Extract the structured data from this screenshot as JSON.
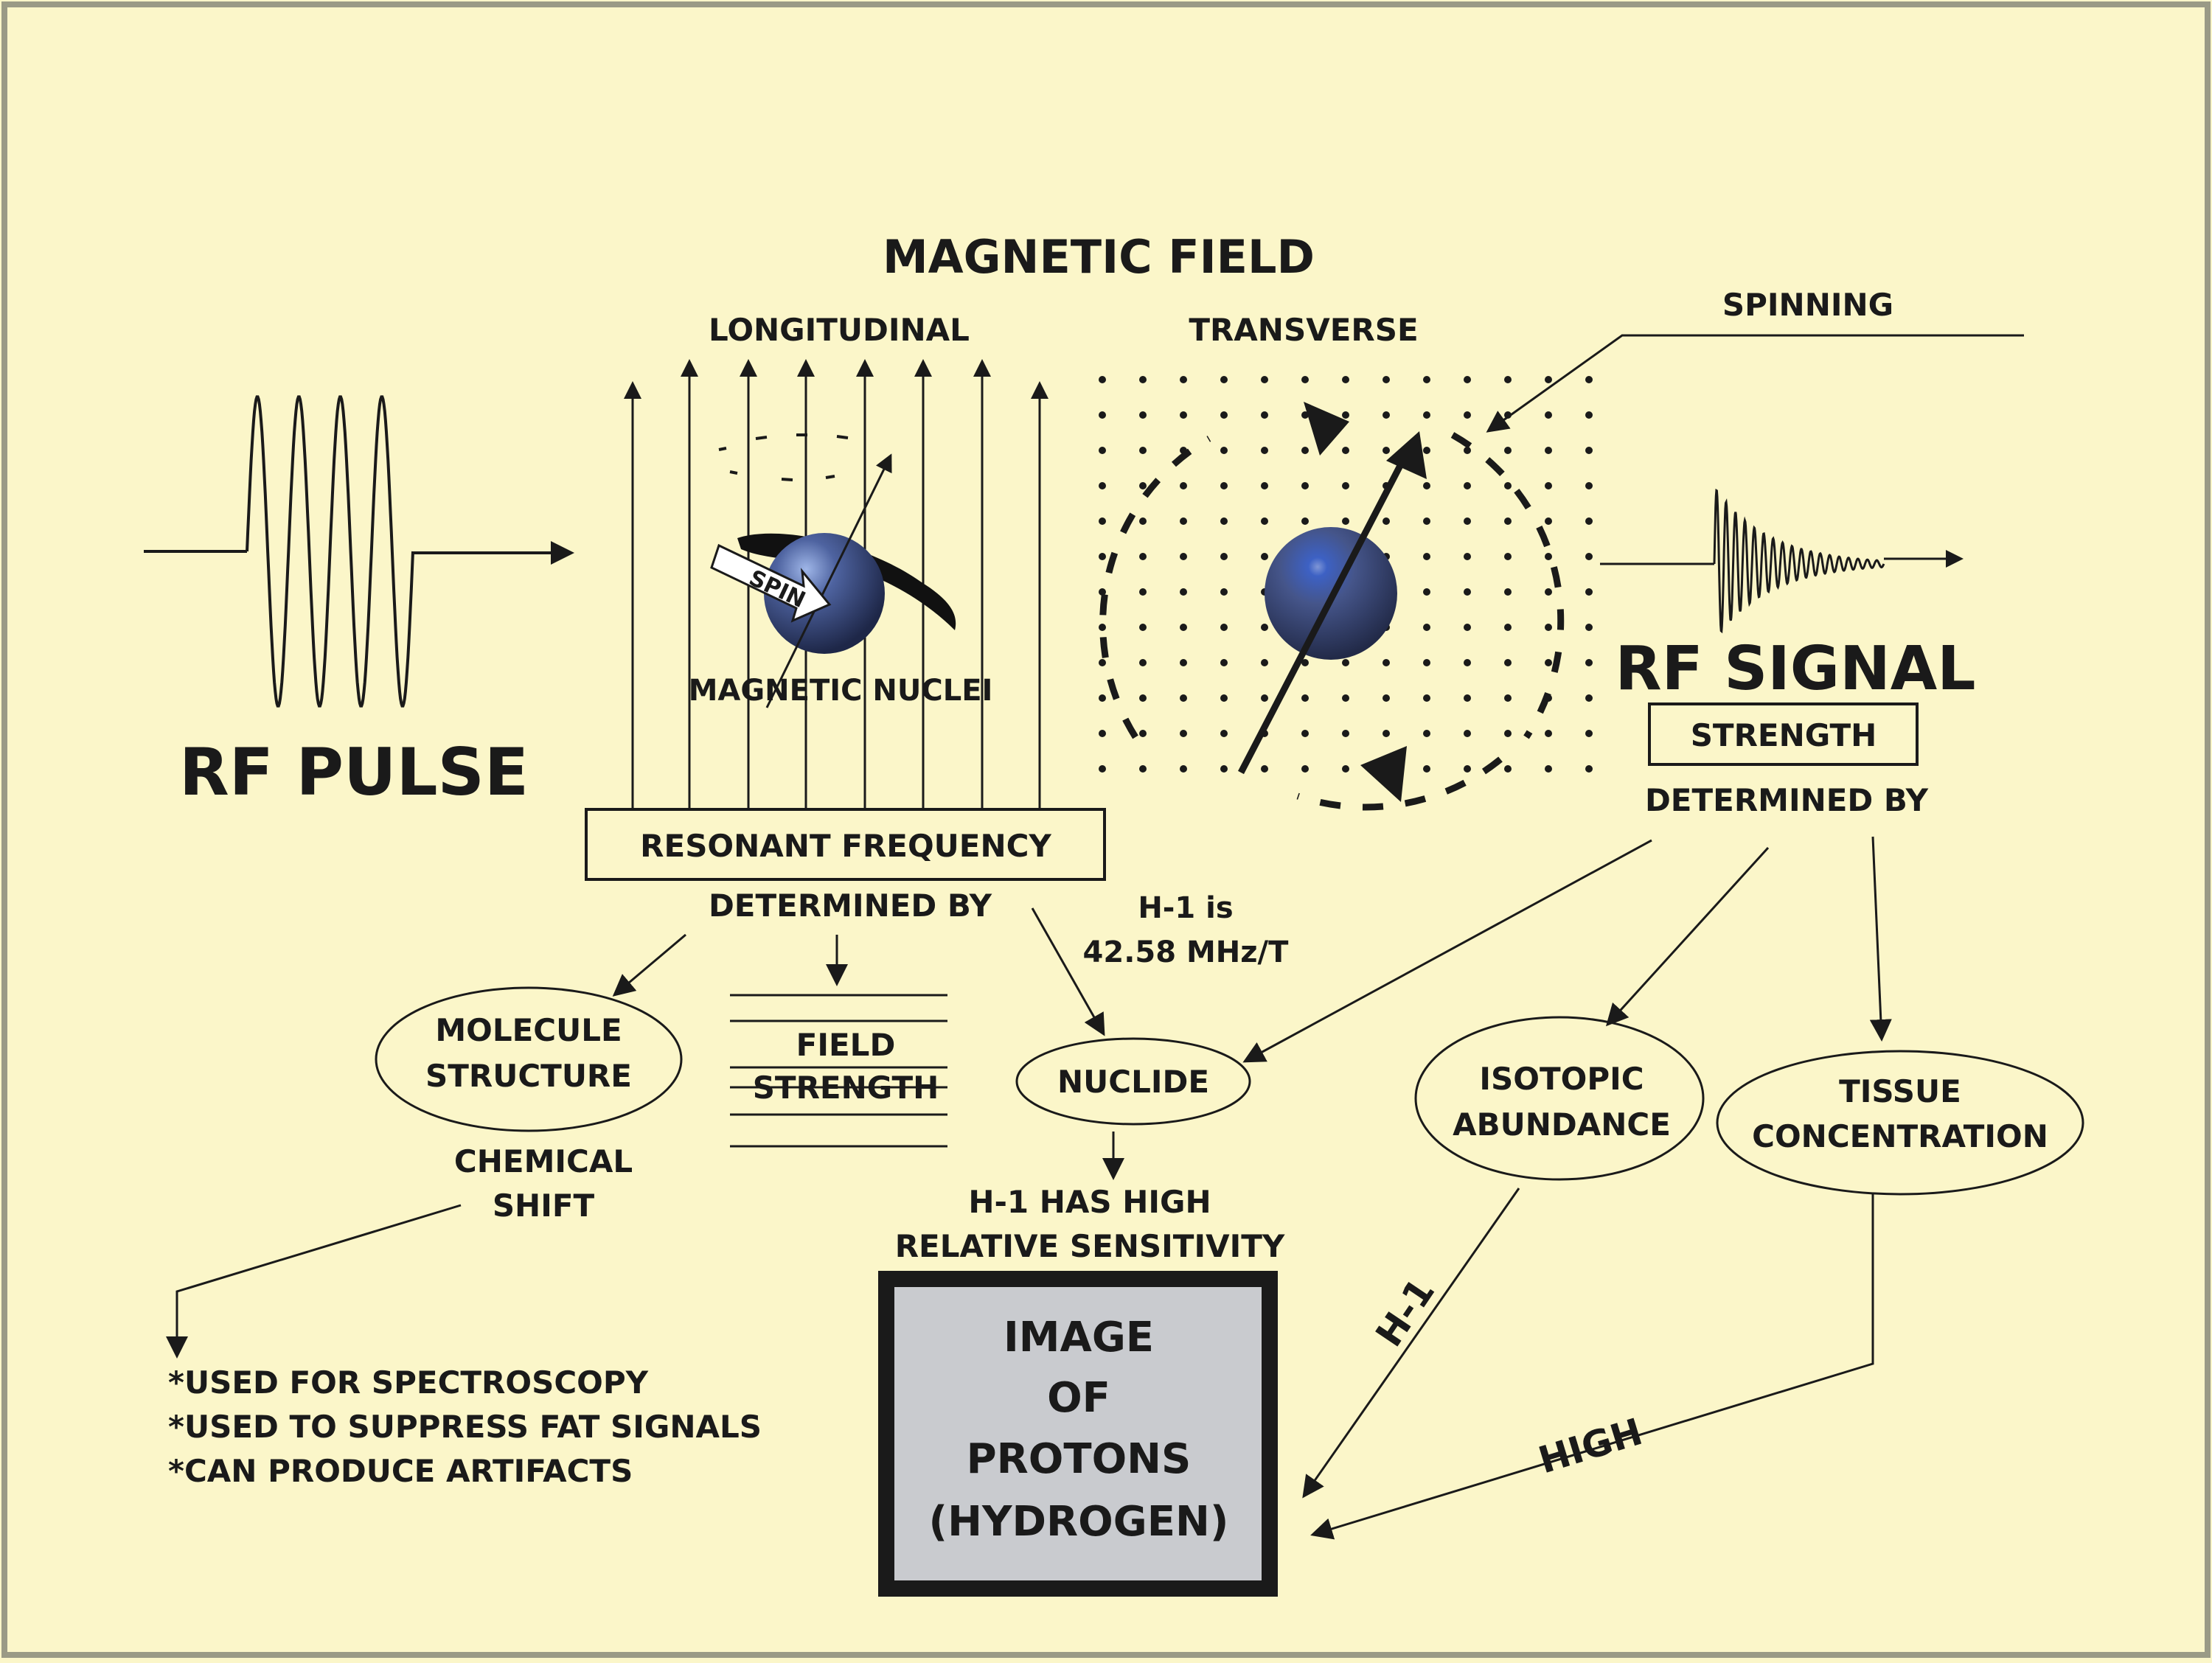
{
  "colors": {
    "background": "#fbf6c9",
    "border": "#9a9a86",
    "ink": "#1a1a1a",
    "sphere": "#4a5a8c",
    "image_box_fill": "#c9cbcf"
  },
  "title": "MAGNETIC FIELD",
  "rf_pulse": "RF PULSE",
  "longitudinal": "LONGITUDINAL",
  "transverse": "TRANSVERSE",
  "spinning": "SPINNING",
  "spin": "SPIN",
  "magnetic_nuclei": "MAGNETIC NUCLEI",
  "resonant_frequency": {
    "label": "RESONANT FREQUENCY",
    "determined_by": "DETERMINED BY",
    "h1_note": [
      "H-1 is",
      "42.58 MHz/T"
    ]
  },
  "rf_signal": {
    "label": "RF SIGNAL",
    "strength": "STRENGTH",
    "determined_by": "DETERMINED BY"
  },
  "nodes": {
    "molecule_structure": [
      "MOLECULE",
      "STRUCTURE"
    ],
    "field_strength": [
      "FIELD",
      "STRENGTH"
    ],
    "nuclide": "NUCLIDE",
    "isotopic_abundance": [
      "ISOTOPIC",
      "ABUNDANCE"
    ],
    "tissue_concentration": [
      "TISSUE",
      "CONCENTRATION"
    ]
  },
  "chemical_shift": [
    "CHEMICAL",
    "SHIFT"
  ],
  "h1_sensitivity": [
    "H-1 HAS HIGH",
    "RELATIVE SENSITIVITY"
  ],
  "uses": [
    "*USED FOR SPECTROSCOPY",
    "*USED TO SUPPRESS FAT SIGNALS",
    "*CAN PRODUCE ARTIFACTS"
  ],
  "image_box": [
    "IMAGE",
    "OF",
    "PROTONS",
    "(HYDROGEN)"
  ],
  "edge_labels": {
    "h1": "H-1",
    "high": "HIGH"
  }
}
